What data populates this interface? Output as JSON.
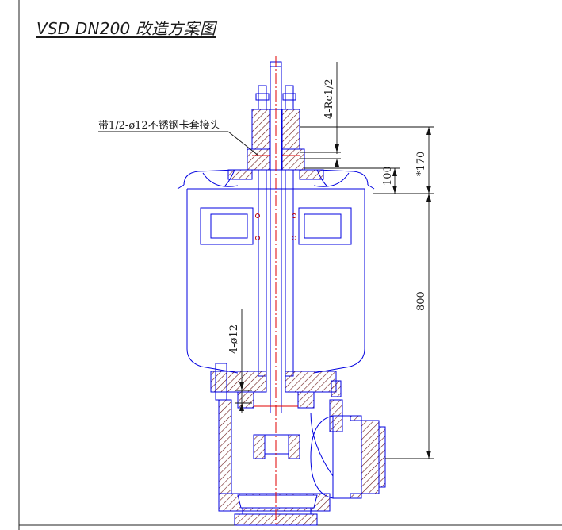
{
  "title": "VSD DN200 改造方案图",
  "labels": {
    "fitting_note": "带1/2-ø12不锈钢卡套接头",
    "port_thread": "4-Rc1/2",
    "dim_100": "100",
    "dim_170": "*170",
    "dim_800": "800",
    "hole_spec": "4-ø12"
  },
  "colors": {
    "outline": "#0000e0",
    "hatch": "#6b1a1a",
    "centerline": "#e00000",
    "dimension": "#111111",
    "leader": "#222222"
  }
}
